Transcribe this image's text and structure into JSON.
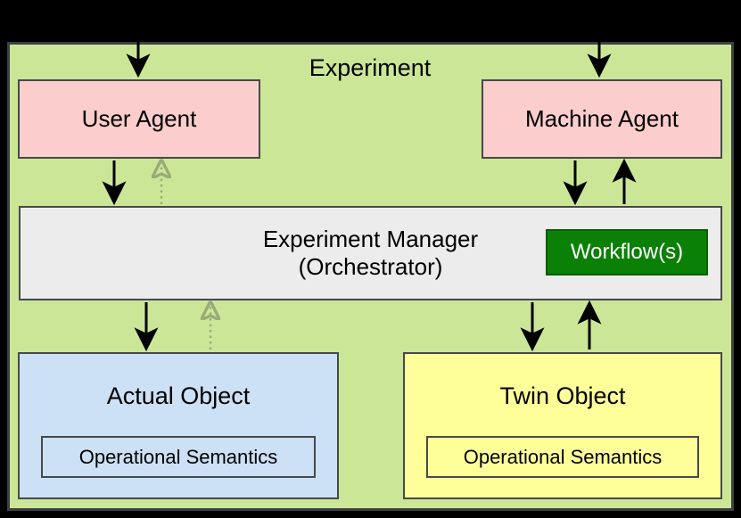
{
  "diagram": {
    "title": "Experiment",
    "background_color": "#000000",
    "container_color": "#cce697",
    "border_color": "#3b4043"
  },
  "nodes": {
    "user_agent": {
      "label": "User Agent",
      "color": "#fbcdcd"
    },
    "machine_agent": {
      "label": "Machine Agent",
      "color": "#fbcdcd"
    },
    "experiment_manager": {
      "label": "Experiment Manager\n(Orchestrator)",
      "color": "#ececec",
      "workflow_label": "Workflow(s)",
      "workflow_color": "#0a8007",
      "workflow_text_color": "#ffffff"
    },
    "actual_object": {
      "label": "Actual Object",
      "color": "#cce0f6",
      "semantics_label": "Operational Semantics"
    },
    "twin_object": {
      "label": "Twin Object",
      "color": "#ffff9a",
      "semantics_label": "Operational Semantics"
    }
  },
  "edges": [
    {
      "name": "external-to-user-agent",
      "style": "solid",
      "direction": "down"
    },
    {
      "name": "external-to-machine-agent",
      "style": "solid",
      "direction": "down"
    },
    {
      "name": "user-agent-to-manager",
      "style": "solid",
      "direction": "down"
    },
    {
      "name": "manager-to-user-agent",
      "style": "dotted",
      "direction": "up"
    },
    {
      "name": "machine-agent-to-manager",
      "style": "solid",
      "direction": "down"
    },
    {
      "name": "manager-to-machine-agent",
      "style": "solid",
      "direction": "up"
    },
    {
      "name": "manager-to-actual-object",
      "style": "solid",
      "direction": "down"
    },
    {
      "name": "actual-object-to-manager",
      "style": "dotted",
      "direction": "up"
    },
    {
      "name": "manager-to-twin-object",
      "style": "solid",
      "direction": "down"
    },
    {
      "name": "twin-object-to-manager",
      "style": "solid",
      "direction": "up"
    }
  ]
}
